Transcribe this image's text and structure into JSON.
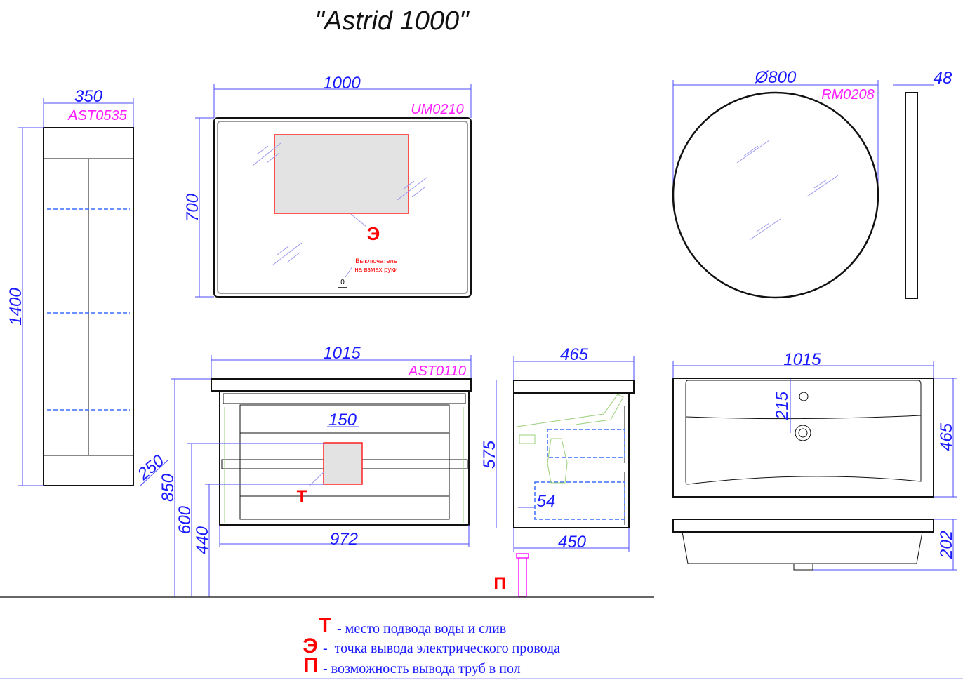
{
  "title": "\"Astrid 1000\"",
  "tall_cabinet": {
    "code": "AST0535",
    "width": "350",
    "height": "1400",
    "depth": "250"
  },
  "mirror": {
    "code": "UM0210",
    "width": "1000",
    "height": "700",
    "electric_mark": "Э",
    "switch_label_line1": "Выключатель",
    "switch_label_line2": "на взмах руки",
    "switch_symbol": "0"
  },
  "round_mirror": {
    "code": "RM0208",
    "diameter": "Ø800",
    "thickness": "48"
  },
  "vanity_front": {
    "code": "AST0110",
    "width": "1015",
    "inner_width": "972",
    "outlet_width": "150",
    "water_mark": "Т",
    "height_850": "850",
    "height_600": "600",
    "height_440": "440"
  },
  "vanity_side": {
    "depth": "465",
    "height": "575",
    "body_depth": "450",
    "offset": "54",
    "floor_mark": "П"
  },
  "basin": {
    "width": "1015",
    "depth": "465",
    "hole_offset": "215",
    "height": "202"
  },
  "legend": [
    {
      "mark": "Т",
      "text": "- место подвода воды и слив"
    },
    {
      "mark": "Э",
      "text": "-  точка вывода электрического провода"
    },
    {
      "mark": "П",
      "text": "- возможность вывода труб в пол"
    }
  ],
  "colors": {
    "dimension": "#1a1aff",
    "code": "#ff1aff",
    "mark": "#ff0000"
  }
}
